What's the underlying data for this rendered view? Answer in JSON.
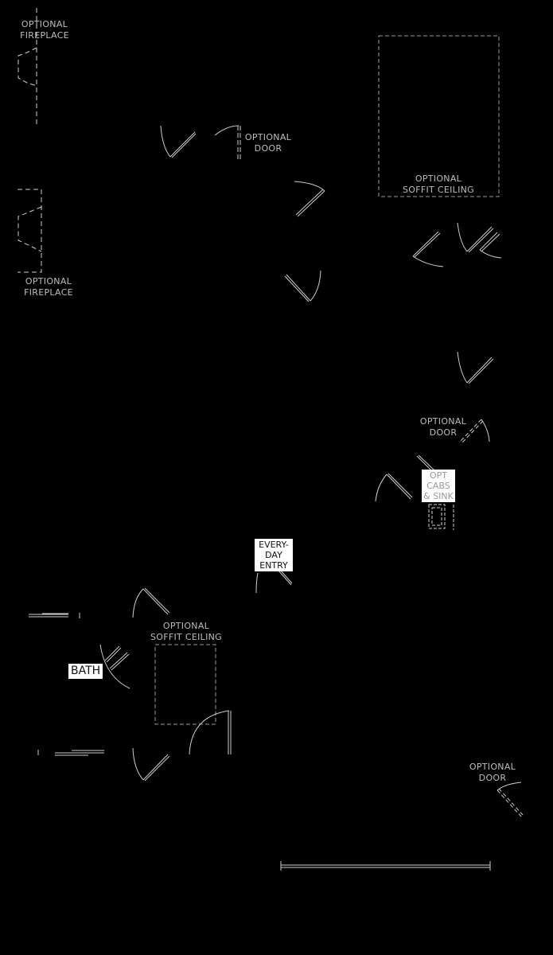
{
  "plan": {
    "background": "#000000",
    "line_color": "#cfcfcf",
    "label_color": "#bdbdbd"
  },
  "labels": {
    "fireplace_top": "OPTIONAL\nFIREPLACE",
    "optional_door_top": "OPTIONAL\nDOOR",
    "soffit_top": "OPTIONAL\nSOFFIT CEILING",
    "fireplace_left": "OPTIONAL\nFIREPLACE",
    "optional_door_right": "OPTIONAL\nDOOR",
    "opt_cabs_sink": "OPT\nCABS\n& SINK",
    "everyday_entry": "EVERY-\nDAY\nENTRY",
    "soffit_bottom": "OPTIONAL\nSOFFIT CEILING",
    "bath": "BATH",
    "optional_door_bottom": "OPTIONAL\nDOOR"
  }
}
